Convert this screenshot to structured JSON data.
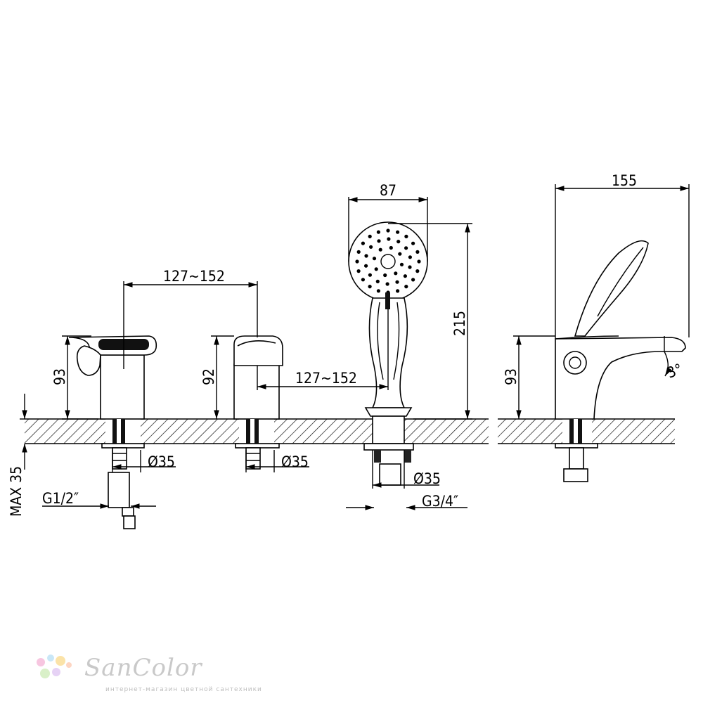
{
  "dimensions": {
    "spacing_left": "127~152",
    "spacing_right": "127~152",
    "height_mixer_left": "93",
    "height_mixer_mid": "92",
    "head_width": "87",
    "shower_height": "215",
    "side_length": "155",
    "side_height": "93",
    "angle": "3°",
    "dia1": "Ø35",
    "dia2": "Ø35",
    "dia3": "Ø35",
    "thread_left": "G1/2″",
    "thread_right": "G3/4″",
    "max_thickness": "MAX 35"
  },
  "brand": {
    "name": "SanColor",
    "tagline": "интернет-магазин цветной сантехники",
    "dots": [
      "#f7c6e0",
      "#c9e7f7",
      "#fbe3a8",
      "#d9f0c8",
      "#e6d2f5",
      "#fdd5c2"
    ]
  }
}
